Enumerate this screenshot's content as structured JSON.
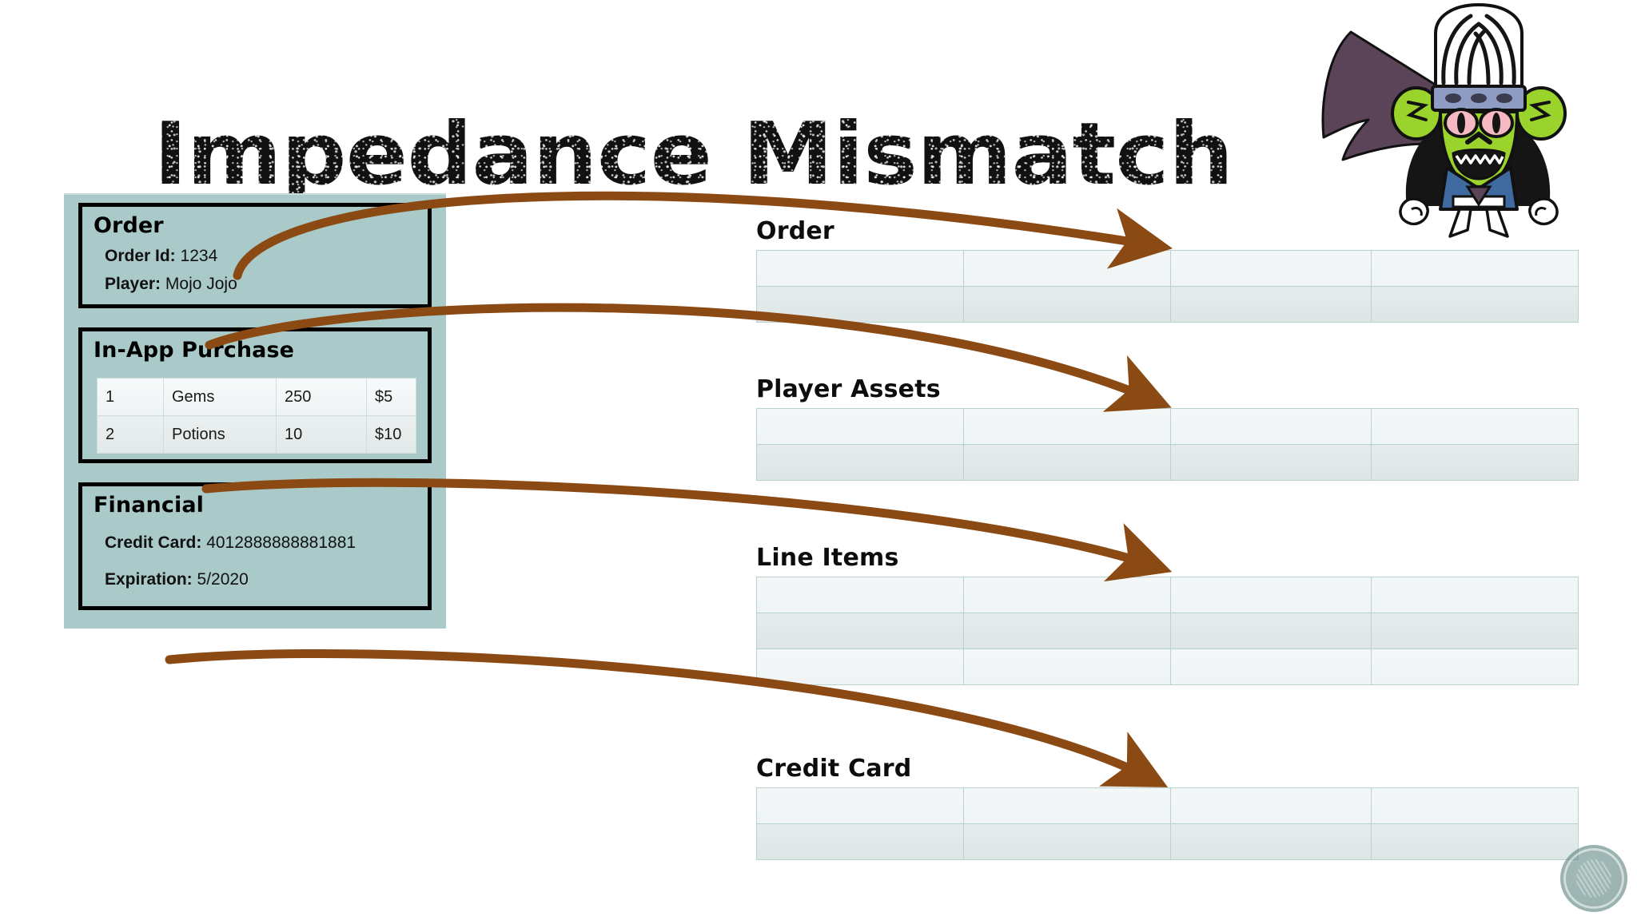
{
  "slide": {
    "title": "Impedance Mismatch",
    "background_color": "#ffffff",
    "accent_color": "#a9cac8",
    "arrow_color": "#8b4a14",
    "title_color": "#0d0d0d"
  },
  "object_panel": {
    "background_color": "#a9cac8",
    "boxes": [
      {
        "name": "order",
        "title": "Order",
        "fields": [
          {
            "label": "Order Id:",
            "value": "1234"
          },
          {
            "label": "Player:",
            "value": "Mojo Jojo"
          }
        ]
      },
      {
        "name": "in-app-purchase",
        "title": "In-App Purchase",
        "table": {
          "rows": [
            [
              "1",
              "Gems",
              "250",
              "$5"
            ],
            [
              "2",
              "Potions",
              "10",
              "$10"
            ]
          ]
        }
      },
      {
        "name": "financial",
        "title": "Financial",
        "fields": [
          {
            "label": "Credit Card:",
            "value": "4012888888881881"
          },
          {
            "label": "Expiration:",
            "value": "5/2020"
          }
        ]
      }
    ]
  },
  "relational_tables": [
    {
      "name": "order",
      "label": "Order",
      "rows": 2,
      "columns": 4
    },
    {
      "name": "player-assets",
      "label": "Player Assets",
      "rows": 2,
      "columns": 4
    },
    {
      "name": "line-items",
      "label": "Line Items",
      "rows": 3,
      "columns": 4
    },
    {
      "name": "credit-card",
      "label": "Credit Card",
      "rows": 2,
      "columns": 4
    }
  ],
  "arrows": [
    {
      "name": "order-to-order-table",
      "from": "Order",
      "to": "Order"
    },
    {
      "name": "order-id-to-player-assets",
      "from": "Order Id",
      "to": "Player Assets"
    },
    {
      "name": "in-app-purchase-to-line-items",
      "from": "In-App Purchase",
      "to": "Line Items"
    },
    {
      "name": "financial-to-credit-card",
      "from": "Financial",
      "to": "Credit Card"
    }
  ],
  "decorations": {
    "character_name": "mojo-jojo",
    "watermark": "circular-logo-watermark"
  }
}
